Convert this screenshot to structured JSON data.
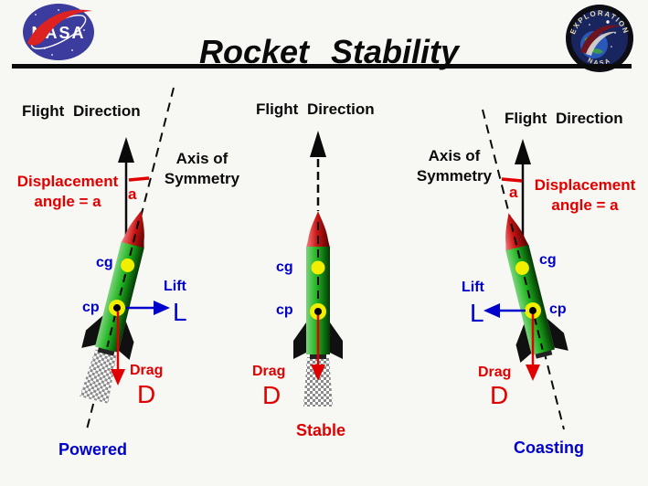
{
  "header": {
    "title": "Rocket Stability",
    "nasa_meatball_text": "NASA",
    "exploration_badge_top": "EXPLORATION",
    "exploration_badge_bottom": "NASA"
  },
  "colors": {
    "text_red": "#e00000",
    "text_blue": "#0000cc",
    "rocket_body_green": "#1eb41e",
    "nose_cone_red": "#cc1414",
    "marker_yellow": "#f2ee00",
    "background": "#f7f7f4"
  },
  "diagrams": {
    "left": {
      "flight_direction": "Flight Direction",
      "displacement": [
        "Displacement",
        "angle = a"
      ],
      "angle_symbol": "a",
      "axis": [
        "Axis of",
        "Symmetry"
      ],
      "cg": "cg",
      "cp": "cp",
      "lift": "Lift",
      "lift_symbol": "L",
      "drag": "Drag",
      "drag_symbol": "D",
      "caption": "Powered"
    },
    "middle": {
      "flight_direction": "Flight Direction",
      "cg": "cg",
      "cp": "cp",
      "drag": "Drag",
      "drag_symbol": "D",
      "caption": "Stable"
    },
    "right": {
      "flight_direction": "Flight Direction",
      "displacement": [
        "Displacement",
        "angle = a"
      ],
      "angle_symbol": "a",
      "axis": [
        "Axis of",
        "Symmetry"
      ],
      "cg": "cg",
      "cp": "cp",
      "lift": "Lift",
      "lift_symbol": "L",
      "drag": "Drag",
      "drag_symbol": "D",
      "caption": "Coasting"
    }
  }
}
